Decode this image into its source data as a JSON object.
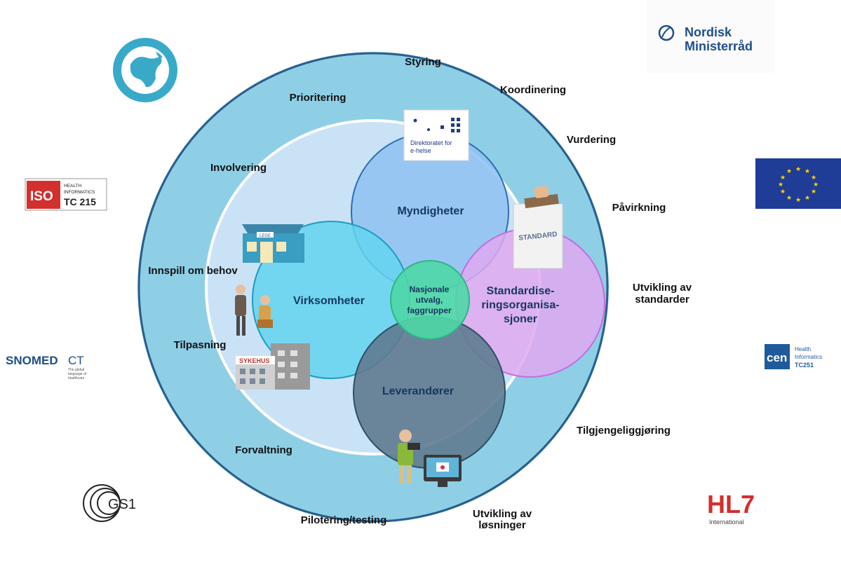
{
  "ring_labels": {
    "styring": "Styring",
    "koordinering": "Koordinering",
    "prioritering": "Prioritering",
    "vurdering": "Vurdering",
    "involvering": "Involvering",
    "pavirkning": "Påvirkning",
    "innspill": "Innspill om behov",
    "utvikling_standarder_1": "Utvikling av",
    "utvikling_standarder_2": "standarder",
    "tilpasning": "Tilpasning",
    "tilgjengeliggjoring": "Tilgjengeliggjøring",
    "forvaltning": "Forvaltning",
    "pilotering": "Pilotering/testing",
    "utvikling_losninger_1": "Utvikling av",
    "utvikling_losninger_2": "løsninger"
  },
  "circles": {
    "myndigheter": "Myndigheter",
    "virksomheter": "Virksomheter",
    "standard_1": "Standardise-",
    "standard_2": "ringsorganisa-",
    "standard_3": "sjoner",
    "leverandorer": "Leverandører",
    "nasjonale_1": "Nasjonale",
    "nasjonale_2": "utvalg,",
    "nasjonale_3": "faggrupper"
  },
  "illustrations": {
    "direktoratet_1": "Direktoratet for",
    "direktoratet_2": "e-helse",
    "lege": "LEGE",
    "sykehus": "SYKEHUS",
    "standard_stamp": "STANDARD"
  },
  "logos": {
    "nordisk_1": "Nordisk",
    "nordisk_2": "Ministerråd",
    "iso_mark": "ISO",
    "iso_line1": "HEALTH",
    "iso_line2": "INFORMATICS",
    "iso_line3": "TC 215",
    "snomed_1": "SNOMED",
    "snomed_2": "CT",
    "snomed_tag1": "The global",
    "snomed_tag2": "language of",
    "snomed_tag3": "healthcare",
    "cen_mark": "cen",
    "cen_1": "Health",
    "cen_2": "Informatics",
    "cen_3": "TC251",
    "gs1": "GS1",
    "hl7": "HL7",
    "hl7_sub": "International"
  },
  "colors": {
    "outer_ring": "#8ecfe6",
    "inner_area": "#c9e2f6",
    "myndigheter": "#8fc1f2",
    "virksomheter": "#63d4ee",
    "standard": "#dfa9f0",
    "leverandorer": "#5f7b90",
    "nasjonale": "#4ed7a6"
  }
}
